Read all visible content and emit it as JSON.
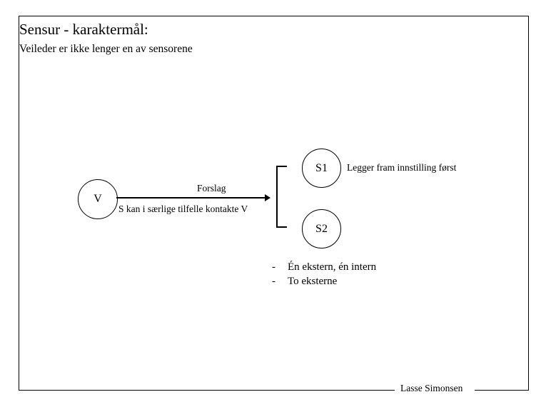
{
  "slide": {
    "title": "Sensur - karaktermål:",
    "subtitle": "Veileder er ikke lenger en av sensorene",
    "footer_author": "Lasse Simonsen"
  },
  "diagram": {
    "nodes": [
      {
        "id": "V",
        "label": "V"
      },
      {
        "id": "S1",
        "label": "S1"
      },
      {
        "id": "S2",
        "label": "S2"
      }
    ],
    "edge_label_above": "Forslag",
    "edge_label_below": "S kan i særlige tilfelle kontakte V",
    "note_right": "Legger fram innstilling først"
  },
  "bullets": [
    {
      "marker": "-",
      "text": "Én ekstern, én intern"
    },
    {
      "marker": "-",
      "text": "To eksterne"
    }
  ]
}
